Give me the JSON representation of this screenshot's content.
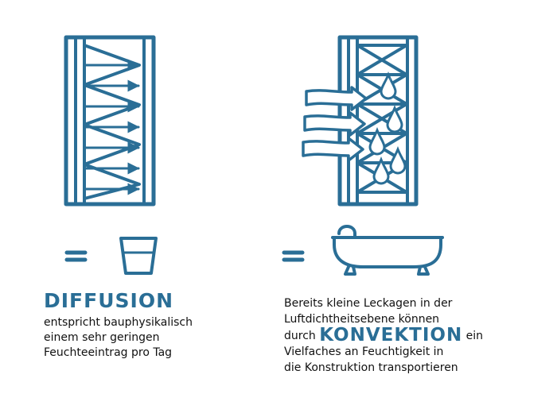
{
  "colors": {
    "accent": "#2a6e96",
    "text": "#111111",
    "background": "#ffffff"
  },
  "icons": {
    "equals_left": "equals-sign-icon",
    "glass": "drinking-glass-icon",
    "equals_right": "equals-sign-icon",
    "bathtub": "bathtub-icon",
    "wall_diffusion": "wall-cross-section-diffusion",
    "wall_convection": "wall-cross-section-convection"
  },
  "diffusion": {
    "title": "DIFFUSION",
    "line1": "entspricht bauphysikalisch",
    "line2": "einem sehr geringen",
    "line3": "Feuchteeintrag pro Tag"
  },
  "convection": {
    "line1": "Bereits kleine Leckagen in der",
    "line2": "Luftdichtheitsebene können",
    "line3_pre": "durch",
    "title": "KONVEKTION",
    "line3_post": "ein",
    "line4": "Vielfaches an Feuchtigkeit in",
    "line5": "die Konstruktion transportieren"
  }
}
